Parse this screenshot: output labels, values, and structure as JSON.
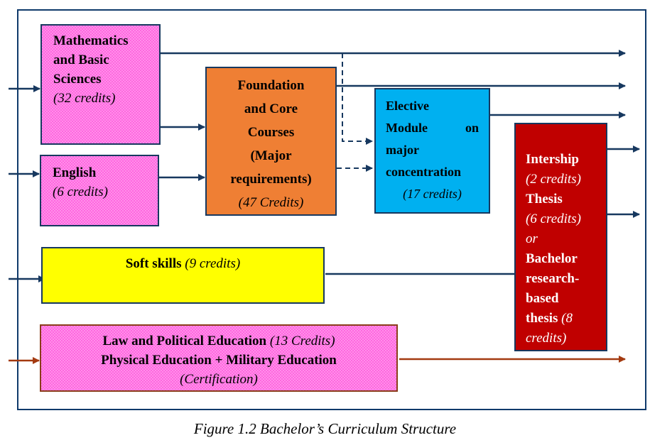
{
  "colors": {
    "frame": "#0f3a6b",
    "arrow_blue": "#17385f",
    "arrow_brown": "#a33a10",
    "math_english_law_fill": "#ff66e0",
    "foundation_fill": "#ef7f34",
    "elective_fill": "#00b0f0",
    "thesis_fill": "#c00000",
    "soft_skills_fill": "#ffff00"
  },
  "boxes": {
    "math": {
      "title_lines": [
        "Mathematics",
        "and Basic",
        "Sciences"
      ],
      "credits": "(32 credits)"
    },
    "english": {
      "title": "English",
      "credits": "(6 credits)"
    },
    "foundation": {
      "title_lines": [
        "Foundation",
        "and Core",
        "Courses",
        "(Major",
        "requirements)"
      ],
      "credits": "(47 Credits)"
    },
    "elective": {
      "line1": "Elective",
      "line2_left": "Module",
      "line2_right": "on",
      "line3": "major",
      "line4": "concentration",
      "credits": "(17 credits)"
    },
    "thesis": {
      "internship": "Intership",
      "internship_credits": "(2 credits)",
      "thesis": "Thesis",
      "thesis_credits": "(6 credits)",
      "or": "or",
      "bachelor_lines": [
        "Bachelor",
        "research-",
        "based",
        "thesis"
      ],
      "bachelor_credits_a": "(8",
      "bachelor_credits_b": "credits)"
    },
    "soft_skills": {
      "title": "Soft skills",
      "credits": "(9 credits)"
    },
    "law": {
      "line1_bold": "Law and Political Education",
      "line1_italic": "(13 Credits)",
      "line2": "Physical Education + Military Education",
      "line3": "(Certification)"
    }
  },
  "caption": "Figure 1.2 Bachelor’s Curriculum Structure"
}
